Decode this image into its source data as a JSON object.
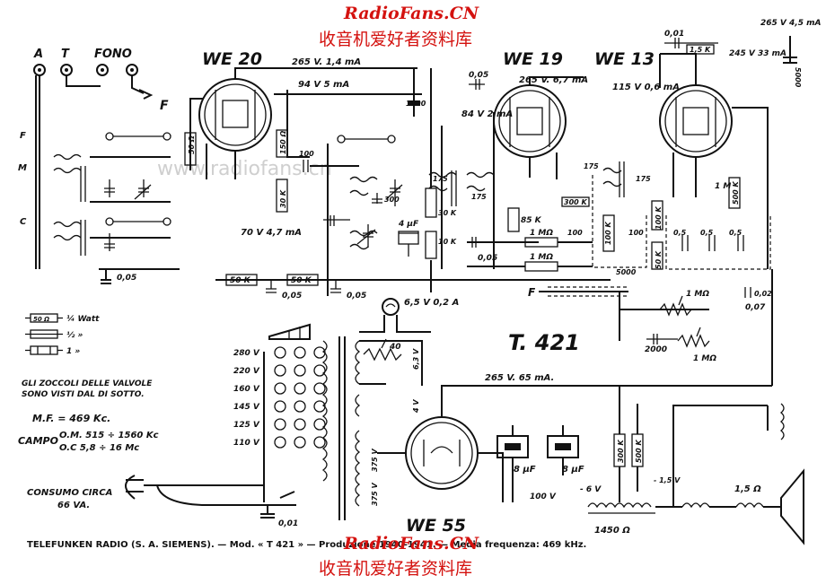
{
  "watermark": {
    "site": "RadioFans.CN",
    "site_cn": "收音机爱好者资料库",
    "faint_url": "www.radiofans.cn"
  },
  "model": "T. 421",
  "tubes": {
    "rf": "WE 20",
    "if": "WE 19",
    "af": "WE 13",
    "rect": "WE 55"
  },
  "inputs": [
    "A",
    "T",
    "FONO"
  ],
  "switch_labels": [
    "F",
    "M",
    "C"
  ],
  "footer": "TELEFUNKEN RADIO (S. A. SIEMENS). — Mod. « T 421 » — Produzione 1940-1941. — Media frequenza: 469 kHz.",
  "notes": {
    "sockets": [
      "GLI ZOCCOLI DELLE VALVOLE",
      "SONO VISTI DAL DI SOTTO."
    ],
    "mf": "M.F. = 469 Kc.",
    "campo_label": "CAMPO",
    "campo_om": "O.M. 515 ÷ 1560 Kc",
    "campo_oc": "O.C  5,8 ÷ 16 Mc",
    "consumo": [
      "CONSUMO CIRCA",
      "66 VA."
    ]
  },
  "legend": [
    {
      "symbol": "50 Ω",
      "text": "¼ Watt"
    },
    {
      "symbol": "",
      "text": "½ »"
    },
    {
      "symbol": "",
      "text": "1 »"
    }
  ],
  "mains_taps": [
    "280 V",
    "220 V",
    "160 V",
    "145 V",
    "125 V",
    "110 V"
  ],
  "labels": {
    "we20_supply": "265 V. 1,4 mA",
    "we20_g2": "94 V  5 mA",
    "we20_cath": "70 V 4,7 mA",
    "we19_supply": "265 V. 6,7 mA",
    "we19_g2": "84 V 2 mA",
    "we13_g2": "115 V 0,6 mA",
    "we13_plate": "245 V 33 mA",
    "top_right": "265 V 4,5 mA",
    "heater": "6,5 V 0,2 A",
    "hv": "265 V. 65 mA.",
    "rect_out": "100 V",
    "field": "1450 Ω",
    "spk": "1,5 Ω",
    "bias": "- 6 V",
    "bias2": "- 1,5 V",
    "hv_taps": "375 V",
    "fil": "6,3 V",
    "fil2": "4 V",
    "f_arrow": "F",
    "f_arrow2": "F"
  },
  "components": {
    "r1": "50 Ω",
    "r2": "150 Ω",
    "r3": "30 K",
    "r4": "50 K",
    "r5": "50 K",
    "r6": "30 K",
    "r7": "10 K",
    "r8": "85 K",
    "r9": "1 MΩ",
    "r10": "1 MΩ",
    "r11": "300 K",
    "r12": "100 K",
    "r13": "1 M",
    "r14": "500 K",
    "r15": "100 K",
    "r16": "50 K",
    "r17": "1,5 K",
    "r18": "1 MΩ",
    "r19": "1 MΩ",
    "r20": "300 K",
    "r21": "500 K",
    "r22": "40",
    "c1": "0,05",
    "c2": "0,05",
    "c3": "0,05",
    "c4": "0,05",
    "c5": "0,05",
    "c6": "0,01",
    "c7": "0,01",
    "c8": "1000",
    "c9": "100",
    "c10": "300",
    "c11": "4 μF",
    "c12": "175",
    "c13": "175",
    "c14": "175",
    "c15": "100",
    "c16": "100",
    "c17": "5000",
    "c18": "5000",
    "c19": "0,5",
    "c20": "0,5",
    "c21": "0,5",
    "c22": "2000",
    "c23": "0,02",
    "c24": "8 μF",
    "c25": "8 μF",
    "c26": "0,07"
  }
}
